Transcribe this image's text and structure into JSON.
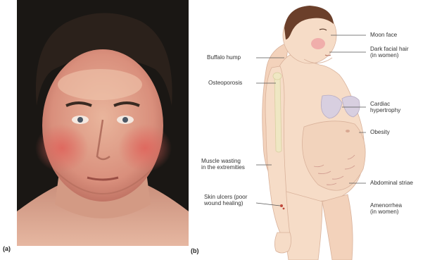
{
  "panels": {
    "photo": {
      "letter": "(a)"
    },
    "illustration": {
      "letter": "(b)"
    }
  },
  "labels_left": {
    "buffalo_hump": "Buffalo hump",
    "osteoporosis": "Osteoporosis",
    "muscle_wasting_1": "Muscle wasting",
    "muscle_wasting_2": "in the extremities",
    "skin_ulcers_1": "Skin ulcers (poor",
    "skin_ulcers_2": "wound healing)"
  },
  "labels_right": {
    "moon_face": "Moon face",
    "dark_hair_1": "Dark facial hair",
    "dark_hair_2": "(in women)",
    "cardiac_1": "Cardiac",
    "cardiac_2": "hypertrophy",
    "obesity": "Obesity",
    "striae": "Abdominal striae",
    "amenorrhea_1": "Amenorrhea",
    "amenorrhea_2": "(in women)"
  },
  "colors": {
    "skin": "#f6dcc7",
    "skin_shadow": "#e9c3a8",
    "hair": "#6b3f2a",
    "bone": "#efe7c3",
    "heart": "#d8cfe0",
    "leader_line": "#555555",
    "photo_background": "#1a1714"
  }
}
